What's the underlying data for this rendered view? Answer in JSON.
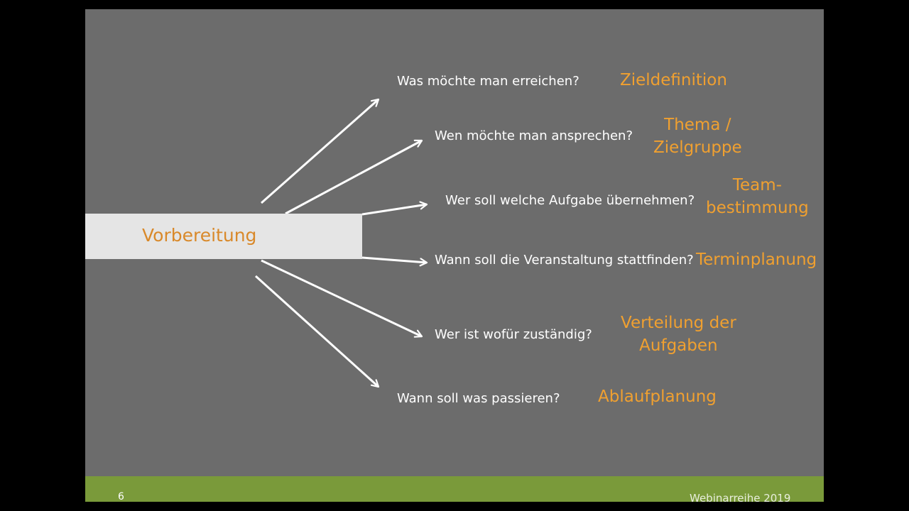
{
  "center": {
    "label": "Vorbereitung"
  },
  "branches": [
    {
      "question": "Was möchte man erreichen?",
      "answer": [
        "Zieldefinition"
      ]
    },
    {
      "question": "Wen möchte man ansprechen?",
      "answer": [
        "Thema /",
        "Zielgruppe"
      ]
    },
    {
      "question": "Wer soll welche Aufgabe übernehmen?",
      "answer": [
        "Team-",
        "bestimmung"
      ]
    },
    {
      "question": "Wann soll die Veranstaltung stattfinden?",
      "answer": [
        "Terminplanung"
      ]
    },
    {
      "question": "Wer ist wofür zuständig?",
      "answer": [
        "Verteilung der",
        "Aufgaben"
      ]
    },
    {
      "question": "Wann soll was passieren?",
      "answer": [
        "Ablaufplanung"
      ]
    }
  ],
  "footer": {
    "page_number": "6",
    "text": "Webinarreihe 2019"
  },
  "colors": {
    "slide_background": "#6c6c6c",
    "center_box": "#e5e5e5",
    "center_text": "#d9892a",
    "answer_text": "#f0a030",
    "footer_bar": "#7a9a3a",
    "arrow": "#ffffff"
  }
}
